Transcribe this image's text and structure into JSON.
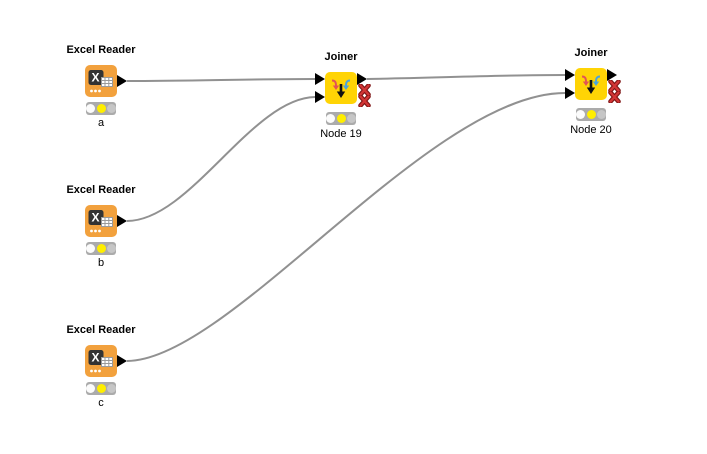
{
  "canvas": {
    "background": "#ffffff",
    "connection_color": "#919191"
  },
  "nodes": [
    {
      "id": "a",
      "type": "excel-reader",
      "title": "Excel Reader",
      "label": "a",
      "status": "configured",
      "icon": "excel-reader-icon",
      "icon_color": "#f2a13d",
      "ports": {
        "inputs": [],
        "outputs": [
          "data"
        ]
      }
    },
    {
      "id": "b",
      "type": "excel-reader",
      "title": "Excel Reader",
      "label": "b",
      "status": "configured",
      "icon": "excel-reader-icon",
      "icon_color": "#f2a13d",
      "ports": {
        "inputs": [],
        "outputs": [
          "data"
        ]
      }
    },
    {
      "id": "c",
      "type": "excel-reader",
      "title": "Excel Reader",
      "label": "c",
      "status": "configured",
      "icon": "excel-reader-icon",
      "icon_color": "#f2a13d",
      "ports": {
        "inputs": [],
        "outputs": [
          "data"
        ]
      }
    },
    {
      "id": "node19",
      "type": "joiner",
      "title": "Joiner",
      "label": "Node 19",
      "status": "configured",
      "icon": "joiner-icon",
      "icon_color": "#ffd405",
      "ports": {
        "inputs": [
          "data",
          "data"
        ],
        "outputs": [
          "data",
          "inactive",
          "inactive"
        ]
      }
    },
    {
      "id": "node20",
      "type": "joiner",
      "title": "Joiner",
      "label": "Node 20",
      "status": "configured",
      "icon": "joiner-icon",
      "icon_color": "#ffd405",
      "ports": {
        "inputs": [
          "data",
          "data"
        ],
        "outputs": [
          "data",
          "inactive",
          "inactive"
        ]
      }
    }
  ],
  "connections": [
    {
      "from": "a",
      "from_port": "out 1",
      "to": "node19",
      "to_port": "in 1"
    },
    {
      "from": "b",
      "from_port": "out 1",
      "to": "node19",
      "to_port": "in 2"
    },
    {
      "from": "c",
      "from_port": "out 1",
      "to": "node20",
      "to_port": "in 2"
    },
    {
      "from": "node19",
      "from_port": "out 1",
      "to": "node20",
      "to_port": "in 1"
    }
  ],
  "status_light": {
    "bar_color": "#ababab",
    "red_off": "#fbfbfb",
    "yellow_on": "#ffee00",
    "green_off": "#c6c6c6"
  }
}
